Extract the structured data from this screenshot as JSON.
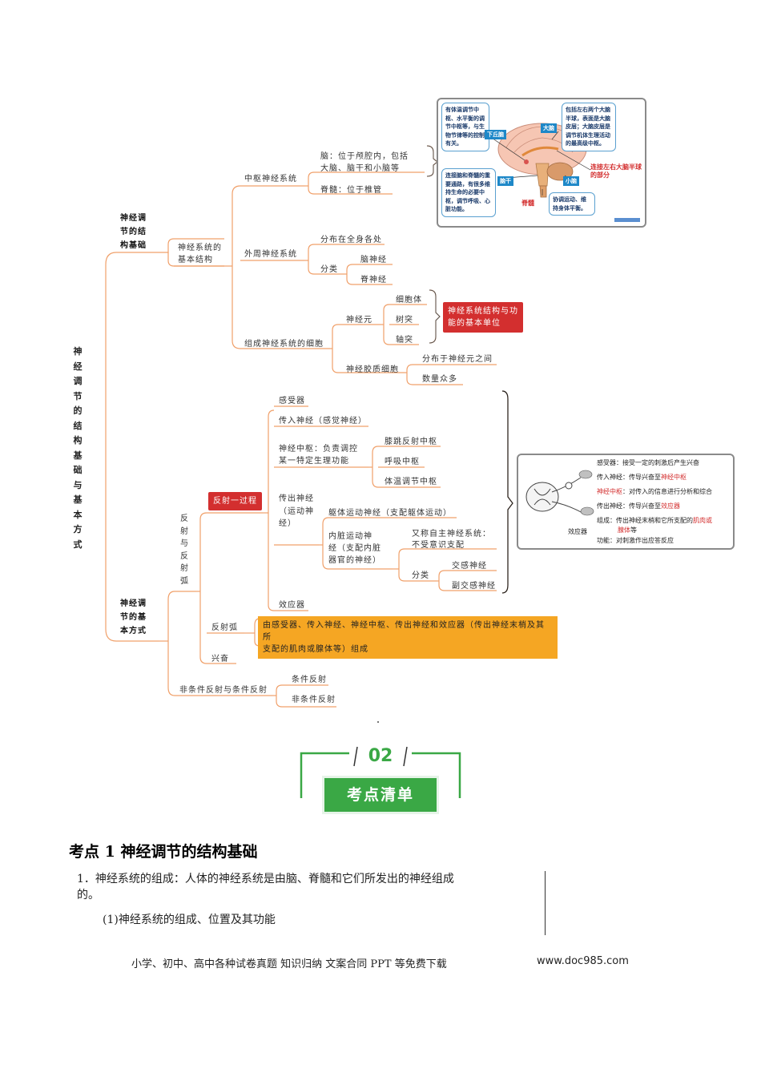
{
  "mindmap": {
    "root": "神经调节的结构基础与基本方式",
    "branch1": "神经调节的结构基础",
    "branch2": "神经调节的基本方式",
    "basic_structure": "神经系统的基本结构",
    "cns": "中枢神经系统",
    "brain": "脑：位于颅腔内，包括大脑、脑干和小脑等",
    "brain_l1": "脑：位于颅腔内，包括",
    "brain_l2": "大脑、脑干和小脑等",
    "spinal": "脊髓：位于椎管",
    "pns": "外周神经系统",
    "distributed": "分布在全身各处",
    "classify": "分类",
    "cranial": "脑神经",
    "spinal_nerve": "脊神经",
    "cells": "组成神经系统的细胞",
    "neuron": "神经元",
    "cell_body": "细胞体",
    "dendrite": "树突",
    "axon": "轴突",
    "neuron_note": "神经系统结构与功能的基本单位",
    "glia": "神经胶质细胞",
    "glia_a": "分布于神经元之间",
    "glia_b": "数量众多",
    "reflex_arc_group": "反射与反射弧",
    "reflex_process": "反射一过程",
    "receptor": "感受器",
    "afferent": "传入神经（感觉神经）",
    "center": "神经中枢：负责调控某一特定生理功能",
    "center_l1": "神经中枢：负责调控",
    "center_l2": "某一特定生理功能",
    "knee_center": "膝跳反射中枢",
    "breath_center": "呼吸中枢",
    "temp_center": "体温调节中枢",
    "efferent": "传出神经（运动神经）",
    "somatic": "躯体运动神经（支配躯体运动）",
    "visceral": "内脏运动神经（支配内脏器官的神经）",
    "visceral_l1": "内脏运动神",
    "visceral_l2": "经（支配内脏",
    "visceral_l3": "器官的神经）",
    "autonomic": "又称自主神经系统：不受意识支配",
    "autonomic_l1": "又称自主神经系统：",
    "autonomic_l2": "不受意识支配",
    "sub_classify": "分类",
    "sympathetic": "交感神经",
    "parasympathetic": "副交感神经",
    "effector": "效应器",
    "reflex_arc": "反射弧",
    "reflex_arc_def": "由感受器、传入神经、神经中枢、传出神经和效应器（传出神经末梢及其所支配的肌肉或腺体等）组成",
    "reflex_arc_def_l1": "由感受器、传入神经、神经中枢、传出神经和效应器（传出神经末梢及其所",
    "reflex_arc_def_l2": "支配的肌肉或腺体等）组成",
    "excitation": "兴奋",
    "reflex_types": "非条件反射与条件反射",
    "unconditioned": "条件反射",
    "conditioned": "非条件反射"
  },
  "brain_card": {
    "hypothalamus_text": "有体温调节中枢、水平衡的调节中枢等，与生物节律等的控制有关。",
    "hypothalamus_tag": "下丘脑",
    "cerebrum_tag": "大脑",
    "cerebrum_text": "包括左右两个大脑半球，表面是大脑皮层；大脑皮层是调节机体生理活动的最高级中枢。",
    "corpus_callosum": "连接左右大脑半球的部分",
    "brainstem_tag": "脑干",
    "brainstem_text": "连接脑和脊髓的重要通路，有很多维持生命的必要中枢，调节呼吸、心脏功能。",
    "spinal_cord": "脊髓",
    "cerebellum_tag": "小脑",
    "cerebellum_text": "协调运动、维持身体平衡。"
  },
  "reflex_card": {
    "receptor": "感受器：接受一定的刺激后产生兴奋",
    "afferent_a": "传入神经：传导兴奋至",
    "afferent_b": "神经中枢",
    "center_a": "神经中枢",
    "center_b": "：对传入的信息进行分析和综合",
    "efferent_a": "传出神经：传导兴奋至",
    "efferent_b": "效应器",
    "effector_label": "效应器",
    "comp_a": "组成：传出神经末梢和它所支配的",
    "comp_b": "肌肉或",
    "comp_c": "腺体",
    "comp_d": "等",
    "func": "功能：对刺激作出应答反应"
  },
  "badge": {
    "number": "02",
    "label": "考点清单"
  },
  "section": {
    "title": "考点 1  神经调节的结构基础",
    "p1": "1．神经系统的组成：人体的神经系统是由脑、脊髓和它们所发出的神经组成的。",
    "p1_l1": "1．神经系统的组成：人体的神经系统是由脑、脊髓和它们所发出的神经组成",
    "p1_l2": "的。",
    "p2": "(1)神经系统的组成、位置及其功能"
  },
  "footer": {
    "text": "小学、初中、高中各种试卷真题  知识归纳  文案合同  PPT 等免费下载",
    "url": "www.doc985.com"
  },
  "colors": {
    "line": "#f0a06a",
    "red_box": "#d32f2f",
    "orange_box": "#f5a623",
    "badge_green": "#3aa845"
  }
}
